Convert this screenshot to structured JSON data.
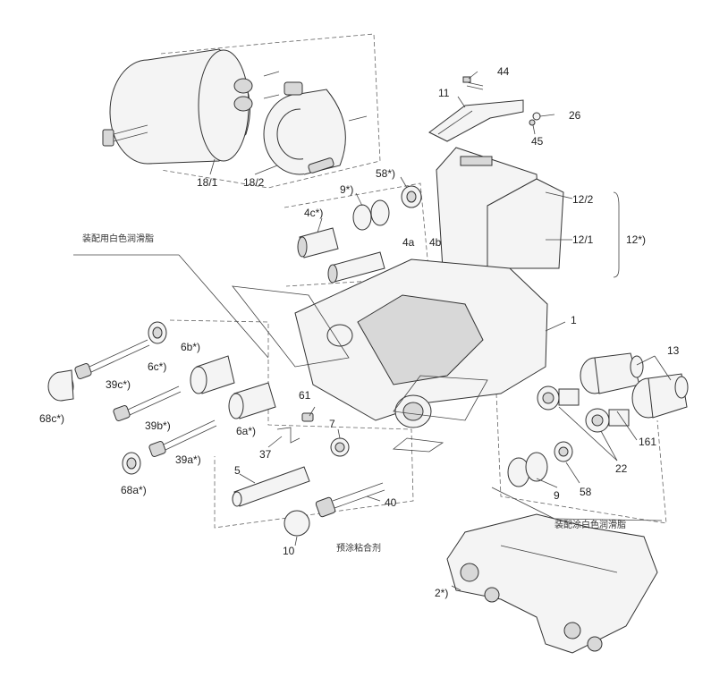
{
  "labels": {
    "p44": "44",
    "p11": "11",
    "p26": "26",
    "p45": "45",
    "p18_1": "18/1",
    "p18_2": "18/2",
    "p58_top": "58*)",
    "p9_top": "9*)",
    "p4c": "4c*)",
    "p4a": "4a",
    "p4b": "4b",
    "p12_2": "12/2",
    "p12_1": "12/1",
    "p12": "12*)",
    "p1": "1",
    "p6b": "6b*)",
    "p6c": "6c*)",
    "p39c": "39c*)",
    "p68c": "68c*)",
    "p61": "61",
    "p6a": "6a*)",
    "p39b": "39b*)",
    "p7": "7",
    "p37": "37",
    "p13": "13",
    "p161": "161",
    "p22": "22",
    "p39a": "39a*)",
    "p68a": "68a*)",
    "p5": "5",
    "p40": "40",
    "p9_bottom": "9",
    "p58_bottom": "58",
    "p10": "10",
    "p2": "2*)"
  },
  "notes": {
    "lubricate_top": "装配用白色润滑脂",
    "lubricate_bottom": "装配涂白色润滑脂",
    "adhesive": "预涂粘合剂"
  }
}
